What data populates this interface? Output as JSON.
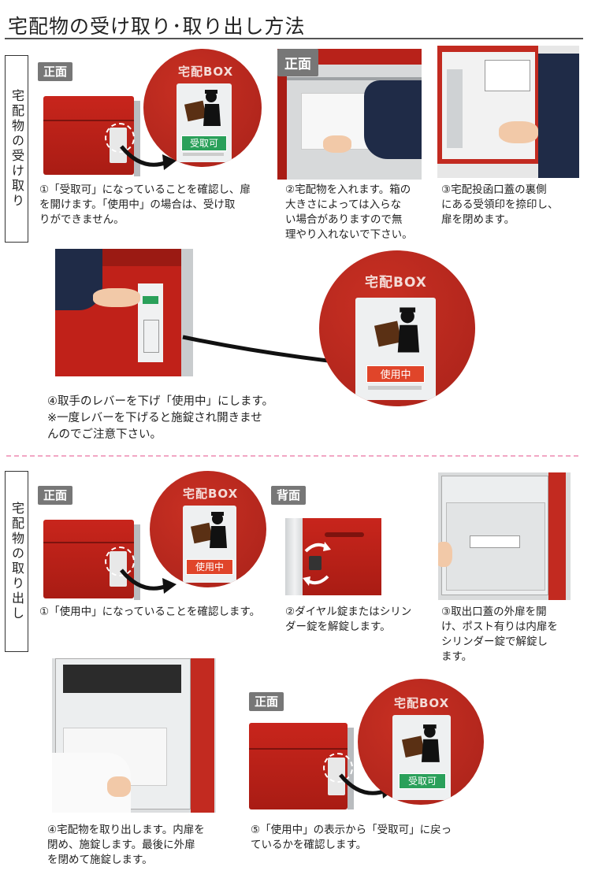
{
  "title": "宅配物の受け取り･取り出し方法",
  "sections": {
    "receive_label": "宅配物の受け取り",
    "takeout_label": "宅配物の取り出し"
  },
  "tags": {
    "front": "正面",
    "back": "背面"
  },
  "brand": "宅配BOX",
  "signs": {
    "available": "受取可",
    "in_use": "使用中"
  },
  "receive_steps": [
    "①「受取可」になっていることを確認し、扉\nを開けます。「使用中」の場合は、受け取\nりができません。",
    "②宅配物を入れます。箱の\n大きさによっては入らな\nい場合がありますので無\n理やり入れないで下さい。",
    "③宅配投函口蓋の裏側\nにある受領印を捺印し、\n扉を閉めます。",
    "④取手のレバーを下げ「使用中」にします。\n※一度レバーを下げると施錠され開きませ\nんのでご注意下さい。"
  ],
  "takeout_steps": [
    "①「使用中」になっていることを確認します。",
    "②ダイヤル錠またはシリン\nダー錠を解錠します。",
    "③取出口蓋の外扉を開\nけ、ポスト有りは内扉を\nシリンダー錠で解錠し\nます。",
    "④宅配物を取り出します。内扉を\n閉め、施錠します。最後に外扉\nを閉めて施錠します。",
    "⑤「使用中」の表示から「受取可」に戻っ\nているかを確認します。"
  ],
  "colors": {
    "box_red": "#b8221a",
    "available_green": "#2aa05a",
    "in_use_red": "#e0452a",
    "divider_pink": "#f2a7c4"
  },
  "icons": [
    "delivery-person-icon",
    "arrow-icon",
    "rotate-arrows-icon"
  ]
}
